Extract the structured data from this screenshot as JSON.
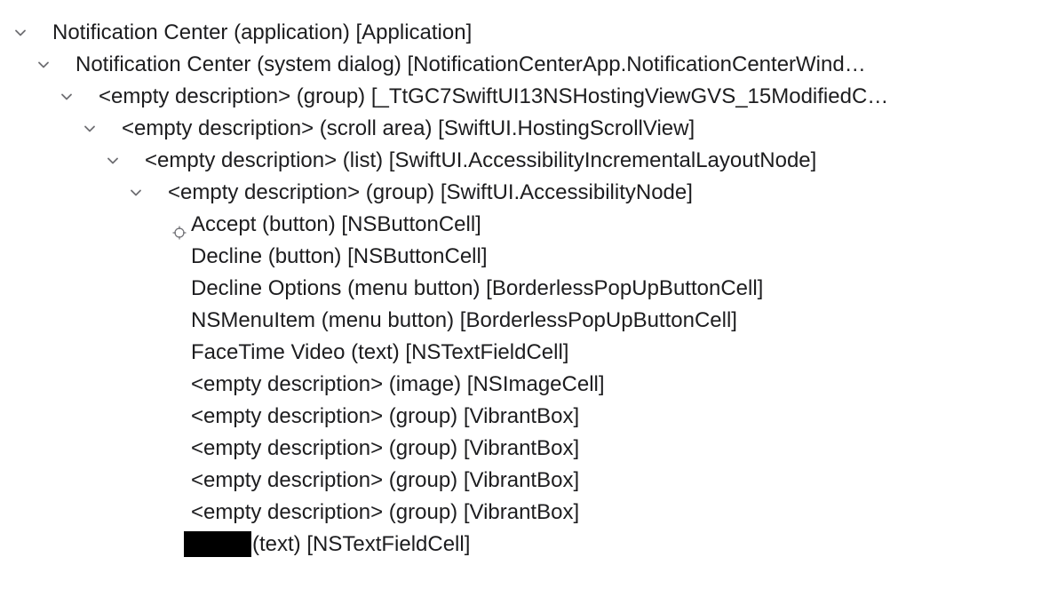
{
  "tree": {
    "rows": [
      {
        "label": "Notification Center (application) [Application]",
        "expanded": true
      },
      {
        "label": "Notification Center (system dialog) [NotificationCenterApp.NotificationCenterWind…",
        "expanded": true
      },
      {
        "label": "<empty description> (group) [_TtGC7SwiftUI13NSHostingViewGVS_15ModifiedC…",
        "expanded": true
      },
      {
        "label": "<empty description> (scroll area) [SwiftUI.HostingScrollView]",
        "expanded": true
      },
      {
        "label": "<empty description> (list) [SwiftUI.AccessibilityIncrementalLayoutNode]",
        "expanded": true
      },
      {
        "label": "<empty description> (group) [SwiftUI.AccessibilityNode]",
        "expanded": true
      },
      {
        "label": "Accept (button) [NSButtonCell]",
        "focus_icon": "crosshair-icon"
      },
      {
        "label": "Decline (button) [NSButtonCell]"
      },
      {
        "label": "Decline Options (menu button) [BorderlessPopUpButtonCell]"
      },
      {
        "label": "NSMenuItem (menu button) [BorderlessPopUpButtonCell]"
      },
      {
        "label": "FaceTime Video (text) [NSTextFieldCell]"
      },
      {
        "label": "<empty description> (image) [NSImageCell]"
      },
      {
        "label": "<empty description> (group) [VibrantBox]"
      },
      {
        "label": "<empty description> (group) [VibrantBox]"
      },
      {
        "label": "<empty description> (group) [VibrantBox]"
      },
      {
        "label": "<empty description> (group) [VibrantBox]"
      },
      {
        "label": "(text) [NSTextFieldCell]",
        "redacted_prefix": true
      }
    ]
  },
  "colors": {
    "text": "#1d1d1f",
    "chevron": "#6e6e73",
    "redaction": "#000000",
    "background": "#ffffff"
  }
}
